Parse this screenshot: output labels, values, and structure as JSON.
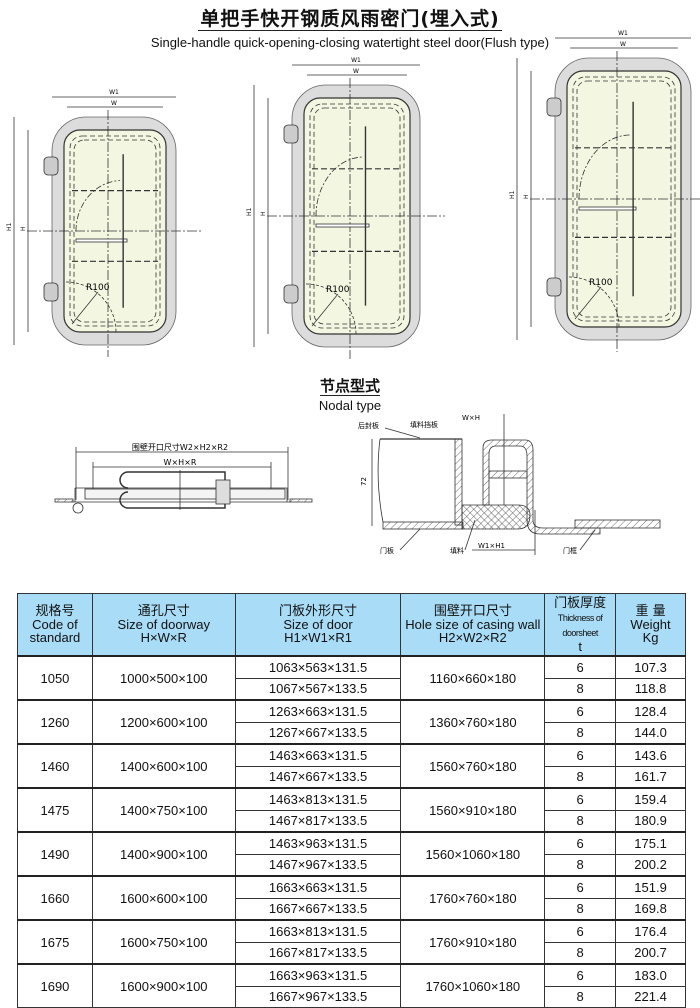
{
  "header": {
    "title_cn": "单把手快开钢质风雨密门(埋入式)",
    "title_en": "Single-handle quick-opening-closing watertight steel door(Flush type)"
  },
  "door_labels": {
    "w1": "W1",
    "w": "W",
    "h1": "H1",
    "h": "H",
    "radius": "R100"
  },
  "nodal": {
    "title_cn": "节点型式",
    "title_en": "Nodal type",
    "left_dim_outer": "围壁开口尺寸W2×H2×R2",
    "left_dim_inner": "W×H×R",
    "label_back_plate": "后封板",
    "label_filler_baffle": "填料挡板",
    "label_wh": "W×H",
    "label_72": "72",
    "label_door_panel": "门板",
    "label_filler": "填料",
    "label_w1h1": "W1×H1",
    "label_frame": "门框"
  },
  "table": {
    "headers": [
      {
        "cn": "规格号",
        "en1": "Code of",
        "en2": "standard"
      },
      {
        "cn": "通孔尺寸",
        "en1": "Size of doorway",
        "en2": "H×W×R"
      },
      {
        "cn": "门板外形尺寸",
        "en1": "Size of door",
        "en2": "H1×W1×R1"
      },
      {
        "cn": "围壁开口尺寸",
        "en1": "Hole size of casing wall",
        "en2": "H2×W2×R2"
      },
      {
        "cn": "门板厚度",
        "en1": "Thickness of doorsheet",
        "en2": "t"
      },
      {
        "cn": "重 量",
        "en1": "Weight",
        "en2": "Kg"
      }
    ],
    "rows": [
      {
        "code": "1050",
        "doorway": "1000×500×100",
        "door": [
          "1063×563×131.5",
          "1067×567×133.5"
        ],
        "hole": "1160×660×180",
        "t": [
          "6",
          "8"
        ],
        "kg": [
          "107.3",
          "118.8"
        ]
      },
      {
        "code": "1260",
        "doorway": "1200×600×100",
        "door": [
          "1263×663×131.5",
          "1267×667×133.5"
        ],
        "hole": "1360×760×180",
        "t": [
          "6",
          "8"
        ],
        "kg": [
          "128.4",
          "144.0"
        ]
      },
      {
        "code": "1460",
        "doorway": "1400×600×100",
        "door": [
          "1463×663×131.5",
          "1467×667×133.5"
        ],
        "hole": "1560×760×180",
        "t": [
          "6",
          "8"
        ],
        "kg": [
          "143.6",
          "161.7"
        ]
      },
      {
        "code": "1475",
        "doorway": "1400×750×100",
        "door": [
          "1463×813×131.5",
          "1467×817×133.5"
        ],
        "hole": "1560×910×180",
        "t": [
          "6",
          "8"
        ],
        "kg": [
          "159.4",
          "180.9"
        ]
      },
      {
        "code": "1490",
        "doorway": "1400×900×100",
        "door": [
          "1463×963×131.5",
          "1467×967×133.5"
        ],
        "hole": "1560×1060×180",
        "t": [
          "6",
          "8"
        ],
        "kg": [
          "175.1",
          "200.2"
        ]
      },
      {
        "code": "1660",
        "doorway": "1600×600×100",
        "door": [
          "1663×663×131.5",
          "1667×667×133.5"
        ],
        "hole": "1760×760×180",
        "t": [
          "6",
          "8"
        ],
        "kg": [
          "151.9",
          "169.8"
        ]
      },
      {
        "code": "1675",
        "doorway": "1600×750×100",
        "door": [
          "1663×813×131.5",
          "1667×817×133.5"
        ],
        "hole": "1760×910×180",
        "t": [
          "6",
          "8"
        ],
        "kg": [
          "176.4",
          "200.7"
        ]
      },
      {
        "code": "1690",
        "doorway": "1600×900×100",
        "door": [
          "1663×963×131.5",
          "1667×967×133.5"
        ],
        "hole": "1760×1060×180",
        "t": [
          "6",
          "8"
        ],
        "kg": [
          "183.0",
          "221.4"
        ]
      }
    ]
  }
}
